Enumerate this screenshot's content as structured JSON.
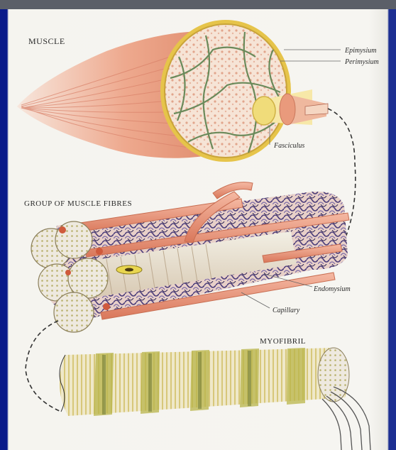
{
  "labels": {
    "muscle": "MUSCLE",
    "epimysium": "Epimysium",
    "perimysium": "Perimysium",
    "fasciculus": "Fasciculus",
    "group": "GROUP OF MUSCLE FIBRES",
    "endomysium": "Endomysium",
    "capillary": "Capillary",
    "myofibril": "MYOFIBRIL"
  },
  "colors": {
    "frame": "#0a1a8a",
    "paper": "#f5f4ef",
    "muscle": "#e8a084",
    "sheath": "#e6c44a",
    "fibre_end": "#c9d4b8",
    "network": "#4b3d7a",
    "capillary": "#e69a80",
    "myofibril_band": "#b9b54a"
  }
}
